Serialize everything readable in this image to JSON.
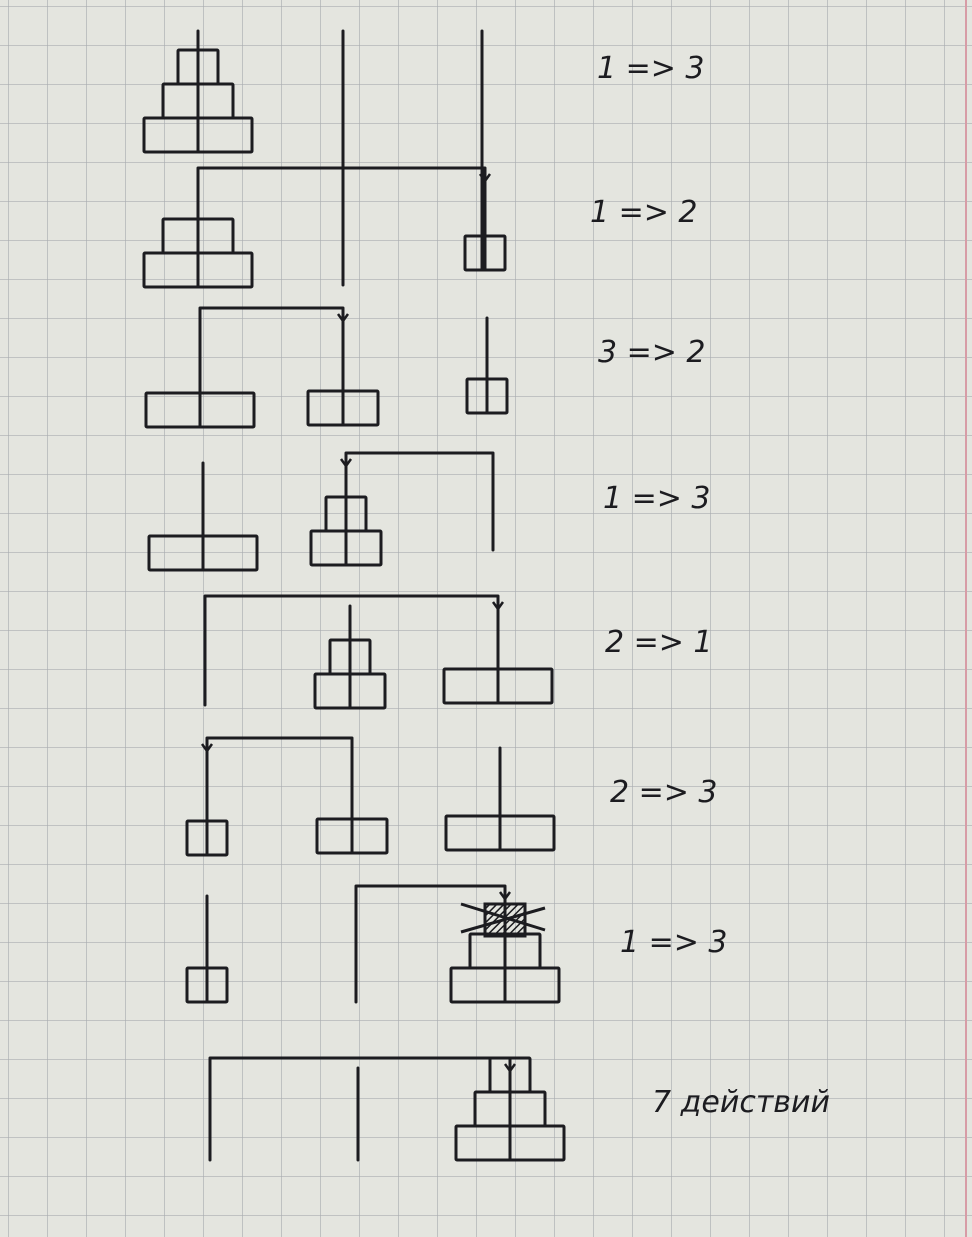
{
  "paper": {
    "background": "#e4e5df",
    "grid_color": "#a9adb0",
    "ink": "#1c1c20",
    "margin_line": "#d79ca6"
  },
  "moves": [
    {
      "label": "1 => 3",
      "from": 1,
      "to": 3
    },
    {
      "label": "1 => 2",
      "from": 1,
      "to": 2
    },
    {
      "label": "3 => 2",
      "from": 3,
      "to": 2
    },
    {
      "label": "1 => 3",
      "from": 1,
      "to": 3
    },
    {
      "label": "2 => 1",
      "from": 2,
      "to": 1
    },
    {
      "label": "2 => 3",
      "from": 2,
      "to": 3
    },
    {
      "label": "1 => 3",
      "from": 1,
      "to": 3
    }
  ],
  "states": [
    {
      "rods": [
        [
          3,
          2,
          1
        ],
        [],
        []
      ]
    },
    {
      "rods": [
        [
          3,
          2
        ],
        [],
        [
          1
        ]
      ]
    },
    {
      "rods": [
        [
          3
        ],
        [
          2
        ],
        [
          1
        ]
      ]
    },
    {
      "rods": [
        [
          3
        ],
        [
          2,
          1
        ],
        []
      ]
    },
    {
      "rods": [
        [],
        [
          2,
          1
        ],
        [
          3
        ]
      ]
    },
    {
      "rods": [
        [
          1
        ],
        [
          2
        ],
        [
          3
        ]
      ]
    },
    {
      "rods": [
        [
          1
        ],
        [],
        [
          3,
          2
        ]
      ],
      "crossed_out_disk": 1
    },
    {
      "rods": [
        [],
        [],
        [
          3,
          2,
          1
        ]
      ]
    }
  ],
  "summary": "7 действий"
}
